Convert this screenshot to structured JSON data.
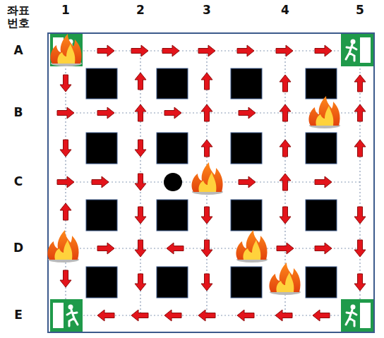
{
  "diagram": {
    "labels": [
      "좌표 번호",
      "1",
      "2",
      "3",
      "4",
      "5",
      "A",
      "B",
      "C",
      "D",
      "E"
    ]
  }
}
